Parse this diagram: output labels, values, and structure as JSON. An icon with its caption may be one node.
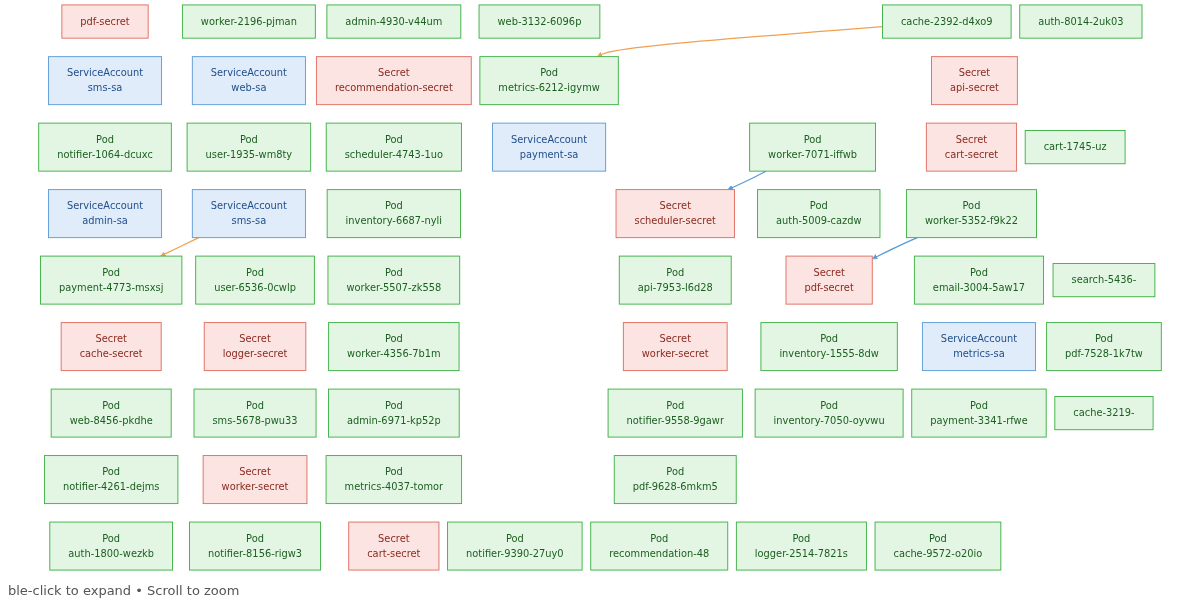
{
  "diagram": {
    "nodes": [
      {
        "text": [
          "pdf-secret"
        ]
      },
      {
        "text": [
          "admin-4930-v44um"
        ]
      },
      {
        "text": [
          "worker-2196-pjman"
        ]
      },
      {
        "text": [
          "web-3132-6096p"
        ]
      },
      {
        "text": [
          "cache-2392-d4xo9"
        ]
      },
      {
        "text": [
          "auth-8014-2uk03"
        ]
      },
      {
        "text": [
          "ServiceAccount",
          "sms-sa"
        ]
      },
      {
        "text": [
          "Secret",
          "recommendation-secret"
        ]
      },
      {
        "text": [
          "ServiceAccount",
          "web-sa"
        ]
      },
      {
        "text": [
          "Pod",
          "metrics-6212-igymw"
        ]
      },
      {
        "text": [
          "Secret",
          "api-secret"
        ]
      },
      {
        "text": [
          "Pod",
          "notifier-1064-dcuxc"
        ]
      },
      {
        "text": [
          "Pod",
          "scheduler-4743-1uo"
        ]
      },
      {
        "text": [
          "Pod",
          "user-1935-wm8ty"
        ]
      },
      {
        "text": [
          "ServiceAccount",
          "payment-sa"
        ]
      },
      {
        "text": [
          "Pod",
          "worker-7071-iffwb"
        ]
      },
      {
        "text": [
          "Secret",
          "cart-secret"
        ]
      },
      {
        "text": [
          "cart-1745-uz"
        ]
      },
      {
        "text": [
          "ServiceAccount",
          "admin-sa"
        ]
      },
      {
        "text": [
          "Pod",
          "inventory-6687-nyli"
        ]
      },
      {
        "text": [
          "ServiceAccount",
          "sms-sa"
        ]
      },
      {
        "text": [
          "Secret",
          "scheduler-secret"
        ]
      },
      {
        "text": [
          "Pod",
          "auth-5009-cazdw"
        ]
      },
      {
        "text": [
          "Pod",
          "worker-5352-f9k22"
        ]
      },
      {
        "text": [
          "Pod",
          "payment-4773-msxsj"
        ]
      },
      {
        "text": [
          "Pod",
          "worker-5507-zk558"
        ]
      },
      {
        "text": [
          "Pod",
          "user-6536-0cwlp"
        ]
      },
      {
        "text": [
          "Pod",
          "api-7953-l6d28"
        ]
      },
      {
        "text": [
          "Secret",
          "pdf-secret"
        ]
      },
      {
        "text": [
          "Pod",
          "email-3004-5aw17"
        ]
      },
      {
        "text": [
          "search-5436-"
        ]
      },
      {
        "text": [
          "Secret",
          "cache-secret"
        ]
      },
      {
        "text": [
          "Pod",
          "worker-4356-7b1m"
        ]
      },
      {
        "text": [
          "Secret",
          "logger-secret"
        ]
      },
      {
        "text": [
          "Secret",
          "worker-secret"
        ]
      },
      {
        "text": [
          "Pod",
          "inventory-1555-8dw"
        ]
      },
      {
        "text": [
          "ServiceAccount",
          "metrics-sa"
        ]
      },
      {
        "text": [
          "Pod",
          "pdf-7528-1k7tw"
        ]
      },
      {
        "text": [
          "Pod",
          "web-8456-pkdhe"
        ]
      },
      {
        "text": [
          "Pod",
          "admin-6971-kp52p"
        ]
      },
      {
        "text": [
          "Pod",
          "sms-5678-pwu33"
        ]
      },
      {
        "text": [
          "Pod",
          "notifier-9558-9gawr"
        ]
      },
      {
        "text": [
          "Pod",
          "inventory-7050-oyvwu"
        ]
      },
      {
        "text": [
          "Pod",
          "payment-3341-rfwe"
        ]
      },
      {
        "text": [
          "cache-3219-"
        ]
      },
      {
        "text": [
          "Pod",
          "notifier-4261-dejms"
        ]
      },
      {
        "text": [
          "Pod",
          "metrics-4037-tomor"
        ]
      },
      {
        "text": [
          "Secret",
          "worker-secret"
        ]
      },
      {
        "text": [
          "Pod",
          "pdf-9628-6mkm5"
        ]
      },
      {
        "text": [
          "Pod",
          "auth-1800-wezkb"
        ]
      },
      {
        "text": [
          "Secret",
          "cart-secret"
        ]
      },
      {
        "text": [
          "Pod",
          "notifier-8156-rigw3"
        ]
      },
      {
        "text": [
          "Pod",
          "notifier-9390-27uy0"
        ]
      },
      {
        "text": [
          "Pod",
          "recommendation-48"
        ]
      },
      {
        "text": [
          "Pod",
          "logger-2514-7821s"
        ]
      },
      {
        "text": [
          "Pod",
          "cache-9572-o20io"
        ]
      }
    ],
    "edges": [
      {
        "from": 4,
        "to": 9,
        "arrow": "to",
        "color": "#f0a050"
      },
      {
        "from": 15,
        "to": 21,
        "arrow": "to",
        "color": "#5b9bd5"
      },
      {
        "from": 20,
        "to": 24,
        "arrow": "to",
        "color": "#f0a050"
      },
      {
        "from": 23,
        "to": 28,
        "arrow": "to",
        "color": "#5b9bd5"
      }
    ],
    "labels": [
      "ble-click to expand • Scroll to zoom"
    ]
  }
}
